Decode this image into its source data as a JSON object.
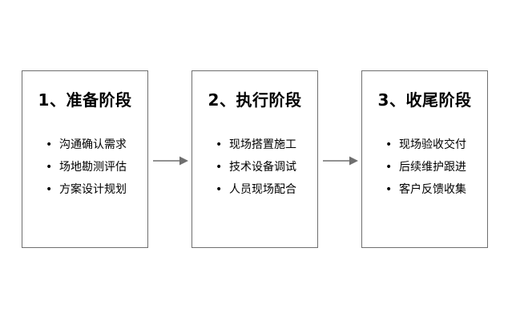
{
  "stages": [
    {
      "title": "1、准备阶段",
      "items": [
        "沟通确认需求",
        "场地勘测评估",
        "方案设计规划"
      ]
    },
    {
      "title": "2、执行阶段",
      "items": [
        "现场搭置施工",
        "技术设备调试",
        "人员现场配合"
      ]
    },
    {
      "title": "3、收尾阶段",
      "items": [
        "现场验收交付",
        "后续维护跟进",
        "客户反馈收集"
      ]
    }
  ],
  "bullet": "•",
  "colors": {
    "box_border": "#6f6f6f",
    "arrow": "#6f6f6f",
    "text": "#000000",
    "background": "#ffffff"
  },
  "icons": {
    "connector": "right-arrow-icon"
  }
}
